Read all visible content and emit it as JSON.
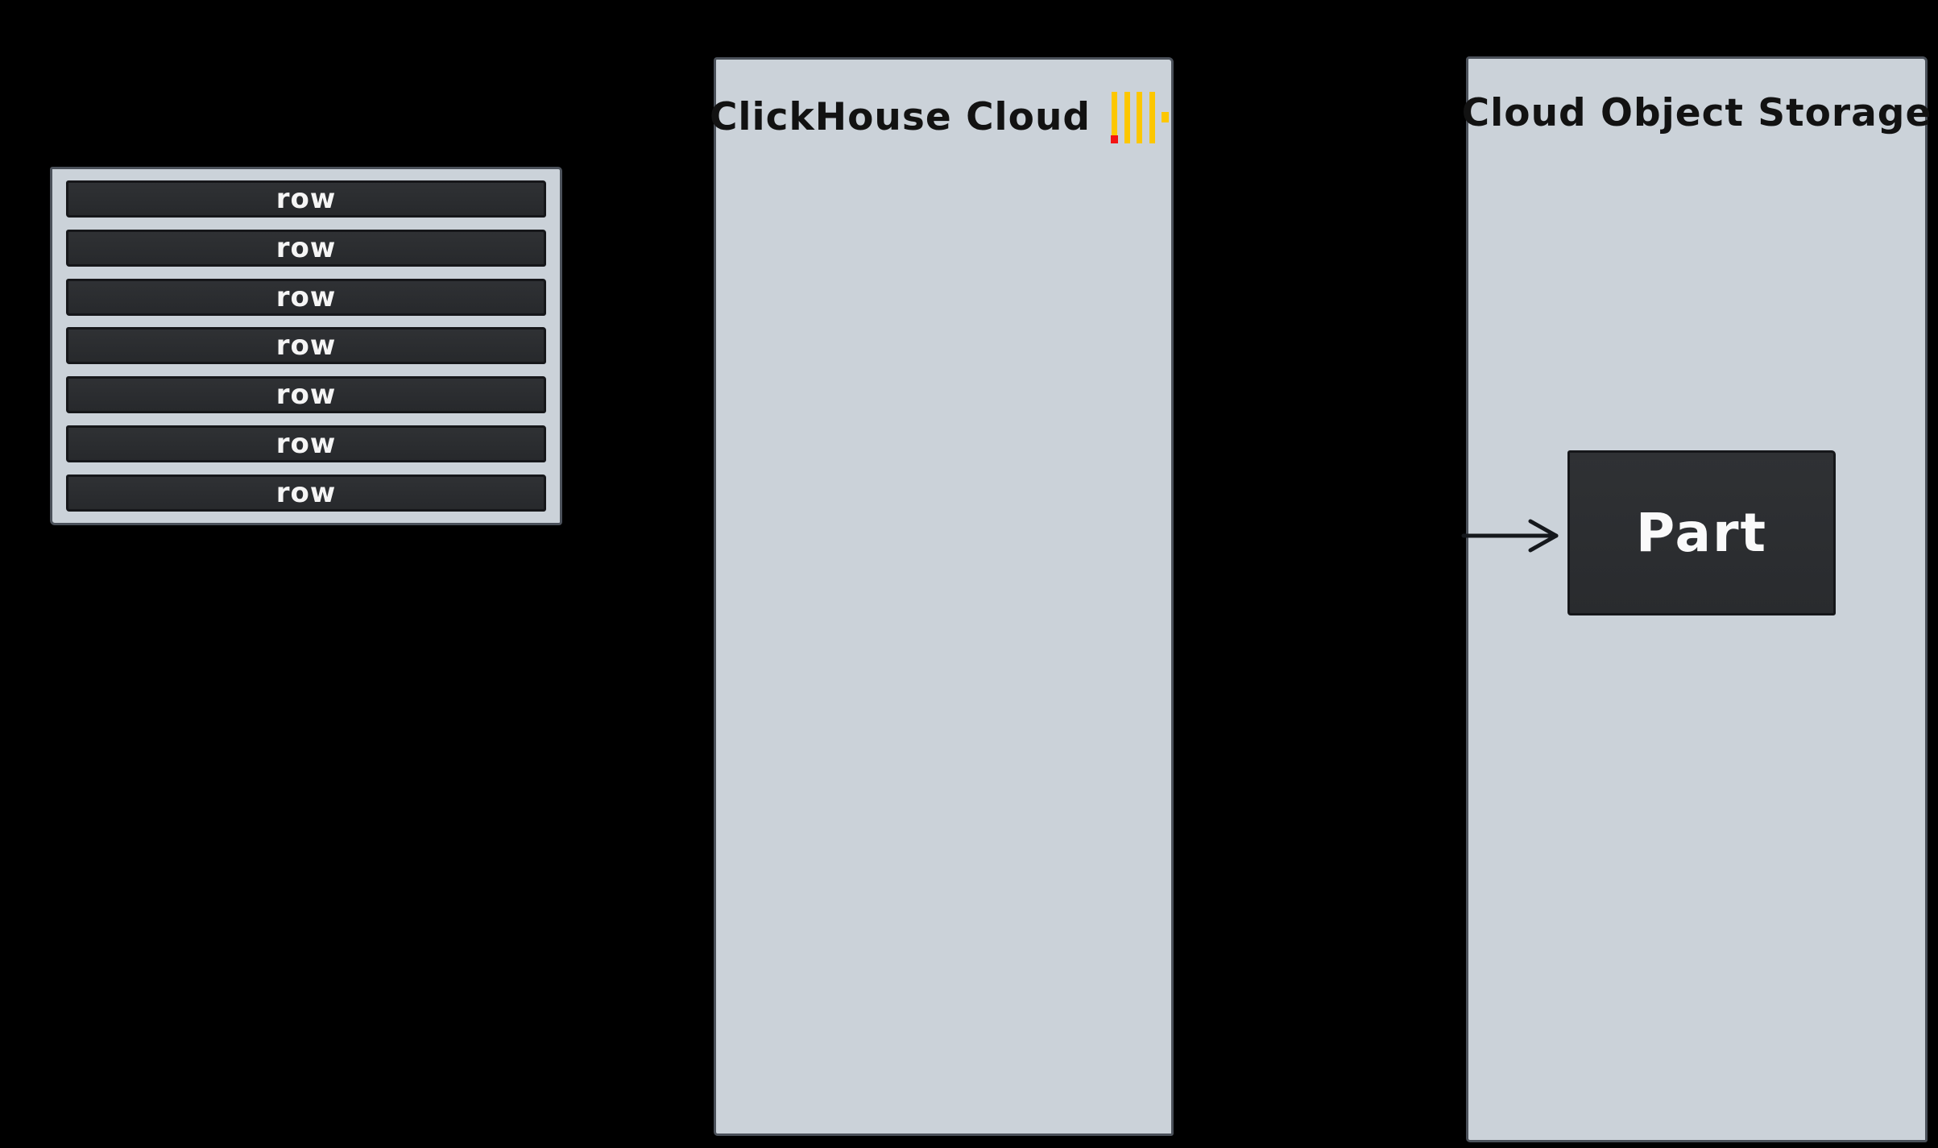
{
  "canvas": {
    "background": "#000000"
  },
  "row_stack": {
    "rows": [
      "row",
      "row",
      "row",
      "row",
      "row",
      "row",
      "row"
    ]
  },
  "panels": {
    "clickhouse_cloud": {
      "title": "ClickHouse Cloud"
    },
    "cloud_object_storage": {
      "title": "Cloud Object Storage",
      "part": {
        "label": "Part"
      }
    }
  },
  "icons": {
    "clickhouse_logo": "clickhouse-logo-icon",
    "arrow": "right-arrow-icon"
  },
  "colors": {
    "background": "#000000",
    "panel_fill": "#cbd2d9",
    "panel_border": "#4b515a",
    "dark_box_fill": "#2b2d30",
    "dark_box_border": "#16171a",
    "dark_box_text": "#f5f5f5",
    "title_text": "#121212",
    "logo_yellow": "#fcc700",
    "logo_red": "#f31414",
    "arrow_stroke": "#15181c"
  }
}
